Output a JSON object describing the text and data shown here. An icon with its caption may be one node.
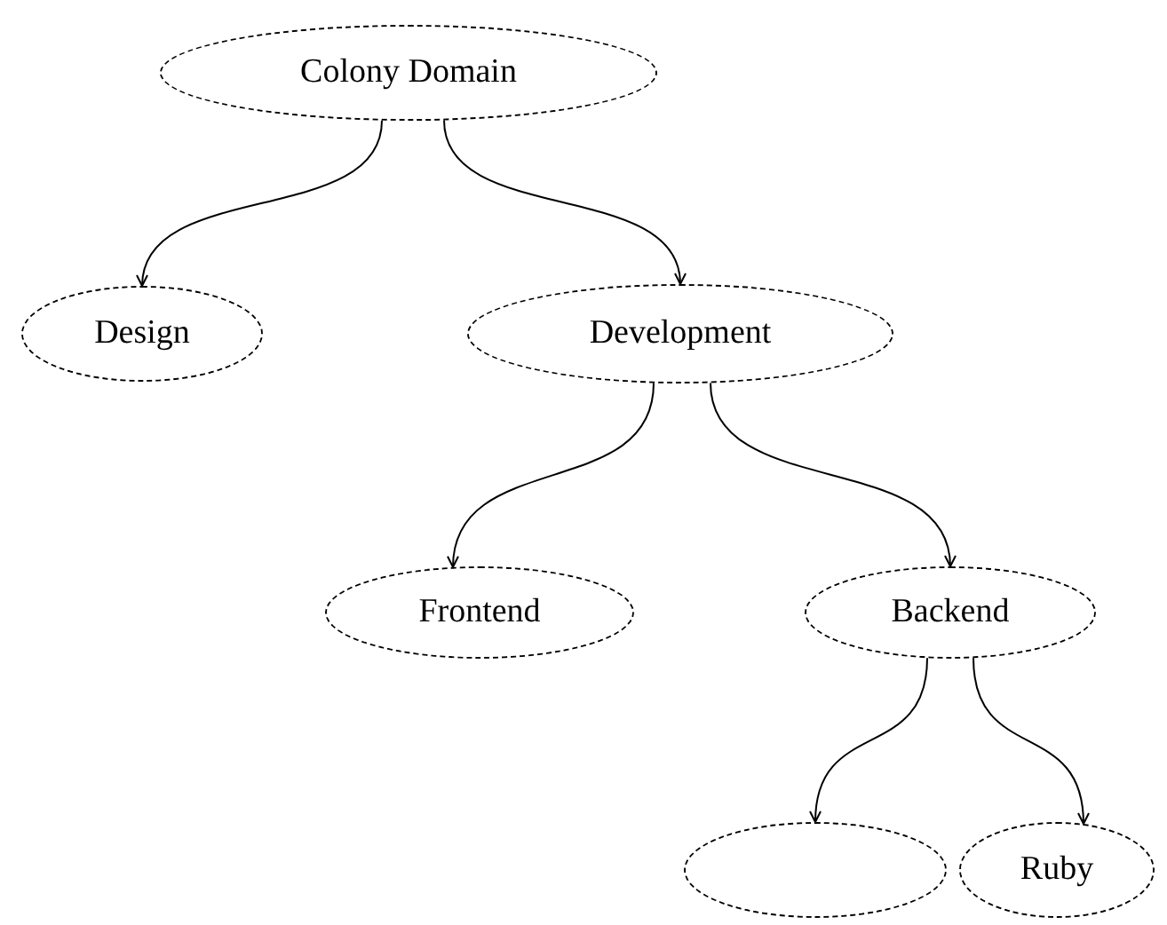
{
  "diagram": {
    "nodes": [
      {
        "text": [
          "Colony Domain"
        ]
      },
      {
        "text": [
          "Design"
        ]
      },
      {
        "text": [
          "Development"
        ]
      },
      {
        "text": [
          "Frontend"
        ]
      },
      {
        "text": [
          "Backend"
        ]
      },
      {
        "text": [],
        "shape": "ellipse"
      },
      {
        "text": [
          "Ruby"
        ]
      }
    ],
    "edges": [
      {
        "from": 0,
        "to": 1,
        "arrow": "to"
      },
      {
        "from": 0,
        "to": 2,
        "arrow": "to"
      },
      {
        "from": 2,
        "to": 3,
        "arrow": "to"
      },
      {
        "from": 2,
        "to": 4,
        "arrow": "to"
      },
      {
        "from": 4,
        "to": 5,
        "arrow": "to"
      },
      {
        "from": 4,
        "to": 6,
        "arrow": "to"
      }
    ]
  }
}
